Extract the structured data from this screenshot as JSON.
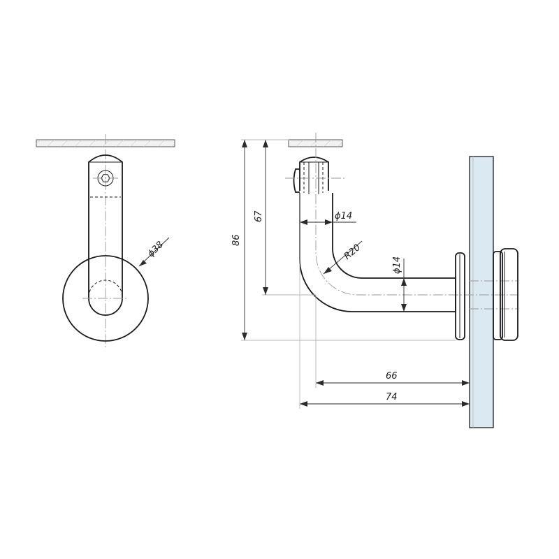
{
  "dimensions": {
    "diameter_flange": "ϕ38",
    "diameter_tube_top": "ϕ14",
    "diameter_tube_arm": "ϕ14",
    "bend_radius": "R20",
    "height_total": "86",
    "height_center": "67",
    "depth_center": "66",
    "depth_total": "74"
  },
  "colors": {
    "line": "#1a1a1a",
    "glass": "#dbe9f2",
    "mount_plate": "#f2f2f2"
  }
}
